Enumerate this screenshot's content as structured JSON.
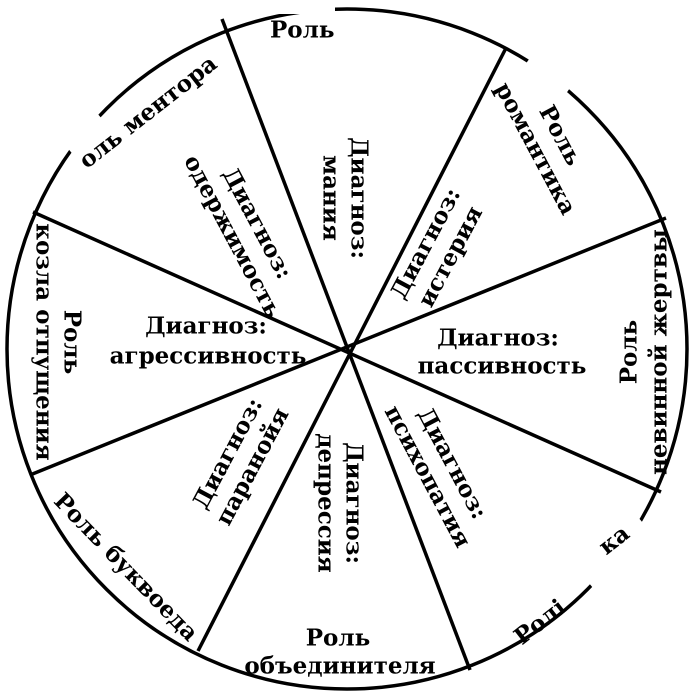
{
  "roles": {
    "top": "Роль",
    "mentor": "оль ментора",
    "romantic_1": "Роль",
    "romantic_2": "романтика",
    "victim_1": "Роль",
    "victim_2": "невинной жертвы",
    "lower_right": "ка",
    "lower_right_2": "Ролі",
    "unifier_1": "Роль",
    "unifier_2": "объединителя",
    "bookworm": "Роль буквоеда",
    "scapegoat_1": "Роль",
    "scapegoat_2": "козла отпущения"
  },
  "diagnoses": {
    "mania_1": "Диагноз:",
    "mania_2": "мания",
    "obsession_1": "Диагноз:",
    "obsession_2": "одержимость",
    "hysteria_1": "Диагноз:",
    "hysteria_2": "истерия",
    "aggression_1": "Диагноз:",
    "aggression_2": "агрессивность",
    "passivity_1": "Диагноз:",
    "passivity_2": "пассивность",
    "paranoia_1": "Диагноз:",
    "paranoia_2": "паранойя",
    "depression_1": "Диагноз:",
    "depression_2": "депрессия",
    "psychopathy_1": "Диагноз:",
    "psychopathy_2": "психопатия"
  }
}
